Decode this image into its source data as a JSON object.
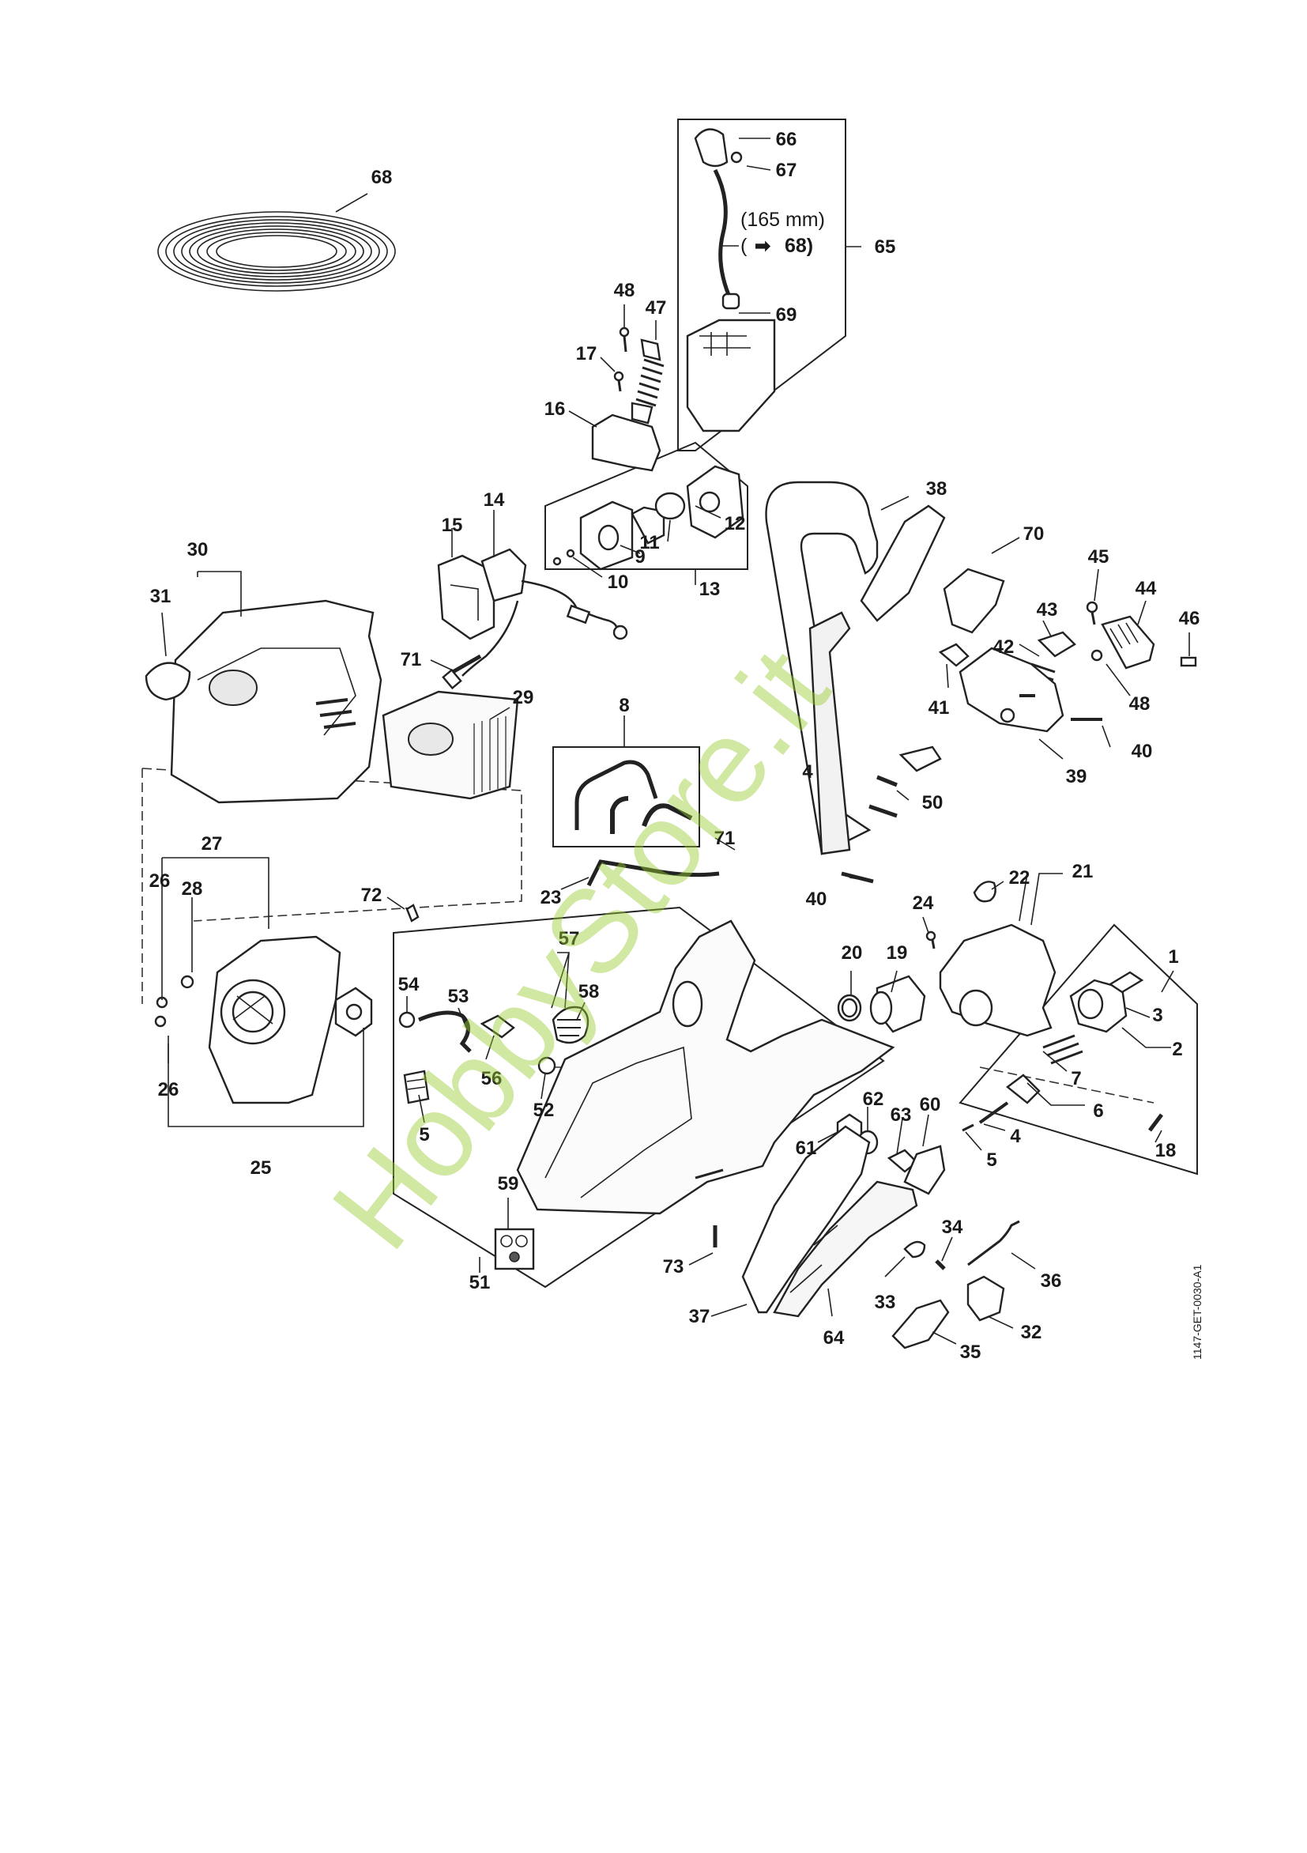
{
  "diagram": {
    "code": "1147-GET-0030-A1",
    "note_length": "(165 mm)",
    "note_ref_prefix": "(",
    "note_ref_arrow": "➡",
    "note_ref_num": "68)",
    "watermark": "HobbyStore.it"
  },
  "callouts": [
    {
      "id": "c68a",
      "t": "68"
    },
    {
      "id": "c66",
      "t": "66"
    },
    {
      "id": "c67",
      "t": "67"
    },
    {
      "id": "c65",
      "t": "65"
    },
    {
      "id": "c69",
      "t": "69"
    },
    {
      "id": "c48a",
      "t": "48"
    },
    {
      "id": "c47",
      "t": "47"
    },
    {
      "id": "c17",
      "t": "17"
    },
    {
      "id": "c16",
      "t": "16"
    },
    {
      "id": "c14",
      "t": "14"
    },
    {
      "id": "c15",
      "t": "15"
    },
    {
      "id": "c12",
      "t": "12"
    },
    {
      "id": "c11",
      "t": "11"
    },
    {
      "id": "c9",
      "t": "9"
    },
    {
      "id": "c10",
      "t": "10"
    },
    {
      "id": "c13",
      "t": "13"
    },
    {
      "id": "c38",
      "t": "38"
    },
    {
      "id": "c70",
      "t": "70"
    },
    {
      "id": "c45",
      "t": "45"
    },
    {
      "id": "c44",
      "t": "44"
    },
    {
      "id": "c46",
      "t": "46"
    },
    {
      "id": "c43",
      "t": "43"
    },
    {
      "id": "c42",
      "t": "42"
    },
    {
      "id": "c48b",
      "t": "48"
    },
    {
      "id": "c41",
      "t": "41"
    },
    {
      "id": "c40a",
      "t": "40"
    },
    {
      "id": "c39",
      "t": "39"
    },
    {
      "id": "c50",
      "t": "50"
    },
    {
      "id": "c4a",
      "t": "4"
    },
    {
      "id": "c30",
      "t": "30"
    },
    {
      "id": "c31",
      "t": "31"
    },
    {
      "id": "c71a",
      "t": "71"
    },
    {
      "id": "c29",
      "t": "29"
    },
    {
      "id": "c8",
      "t": "8"
    },
    {
      "id": "c71b",
      "t": "71"
    },
    {
      "id": "c27",
      "t": "27"
    },
    {
      "id": "c26a",
      "t": "26"
    },
    {
      "id": "c28",
      "t": "28"
    },
    {
      "id": "c72",
      "t": "72"
    },
    {
      "id": "c23",
      "t": "23"
    },
    {
      "id": "c40b",
      "t": "40"
    },
    {
      "id": "c24",
      "t": "24"
    },
    {
      "id": "c22",
      "t": "22"
    },
    {
      "id": "c21",
      "t": "21"
    },
    {
      "id": "c26b",
      "t": "26"
    },
    {
      "id": "c25",
      "t": "25"
    },
    {
      "id": "c57",
      "t": "57"
    },
    {
      "id": "c54",
      "t": "54"
    },
    {
      "id": "c53",
      "t": "53"
    },
    {
      "id": "c58",
      "t": "58"
    },
    {
      "id": "c56",
      "t": "56"
    },
    {
      "id": "c55",
      "t": "5"
    },
    {
      "id": "c52",
      "t": "52"
    },
    {
      "id": "c59",
      "t": "59"
    },
    {
      "id": "c51",
      "t": "51"
    },
    {
      "id": "c73",
      "t": "73"
    },
    {
      "id": "c20",
      "t": "20"
    },
    {
      "id": "c19",
      "t": "19"
    },
    {
      "id": "c1",
      "t": "1"
    },
    {
      "id": "c3",
      "t": "3"
    },
    {
      "id": "c2",
      "t": "2"
    },
    {
      "id": "c7",
      "t": "7"
    },
    {
      "id": "c6",
      "t": "6"
    },
    {
      "id": "c4b",
      "t": "4"
    },
    {
      "id": "c5",
      "t": "5"
    },
    {
      "id": "c18",
      "t": "18"
    },
    {
      "id": "c62",
      "t": "62"
    },
    {
      "id": "c63",
      "t": "63"
    },
    {
      "id": "c60",
      "t": "60"
    },
    {
      "id": "c61",
      "t": "61"
    },
    {
      "id": "c34",
      "t": "34"
    },
    {
      "id": "c36",
      "t": "36"
    },
    {
      "id": "c33",
      "t": "33"
    },
    {
      "id": "c32",
      "t": "32"
    },
    {
      "id": "c37",
      "t": "37"
    },
    {
      "id": "c64",
      "t": "64"
    },
    {
      "id": "c35",
      "t": "35"
    }
  ]
}
